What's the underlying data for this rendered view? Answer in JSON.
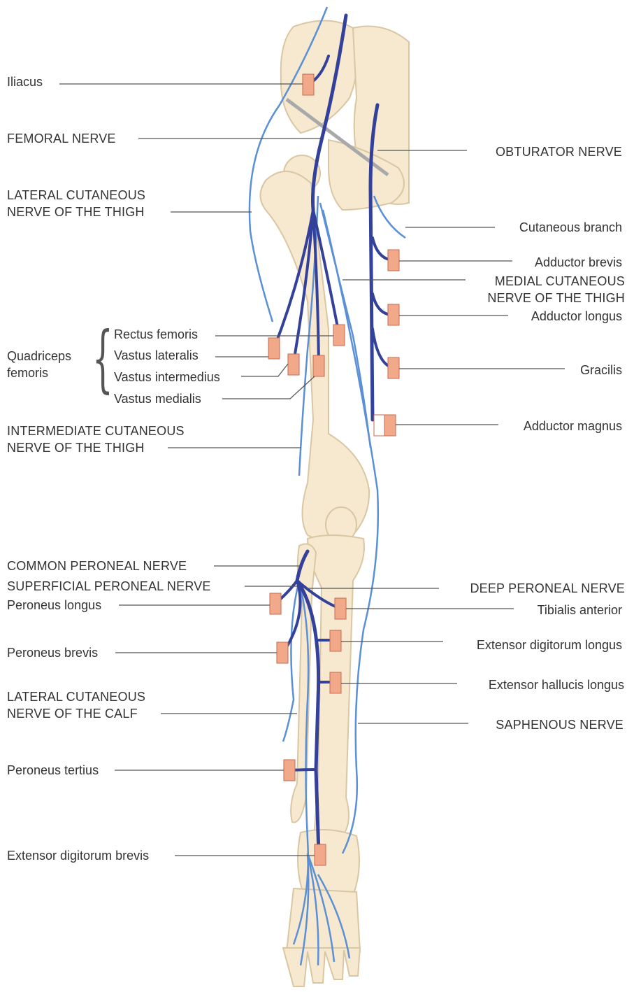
{
  "labels": {
    "iliacus": "Iliacus",
    "femoral_nerve": "FEMORAL NERVE",
    "lat_cut_thigh_1": "LATERAL CUTANEOUS",
    "lat_cut_thigh_2": "NERVE OF THE THIGH",
    "rectus_femoris": "Rectus femoris",
    "vastus_lateralis": "Vastus lateralis",
    "vastus_intermedius": "Vastus intermedius",
    "vastus_medialis": "Vastus medialis",
    "quadriceps_1": "Quadriceps",
    "quadriceps_2": "femoris",
    "int_cut_thigh_1": "INTERMEDIATE CUTANEOUS",
    "int_cut_thigh_2": "NERVE OF THE THIGH",
    "common_peroneal": "COMMON PERONEAL NERVE",
    "superficial_peroneal": "SUPERFICIAL PERONEAL NERVE",
    "peroneus_longus": "Peroneus longus",
    "peroneus_brevis": "Peroneus brevis",
    "lat_cut_calf_1": "LATERAL CUTANEOUS",
    "lat_cut_calf_2": "NERVE OF THE CALF",
    "peroneus_tertius": "Peroneus tertius",
    "ext_dig_brevis": "Extensor digitorum brevis",
    "obturator_nerve": "OBTURATOR NERVE",
    "cutaneous_branch": "Cutaneous branch",
    "adductor_brevis": "Adductor brevis",
    "med_cut_thigh_1": "MEDIAL CUTANEOUS",
    "med_cut_thigh_2": "NERVE OF THE THIGH",
    "adductor_longus": "Adductor longus",
    "gracilis": "Gracilis",
    "adductor_magnus": "Adductor magnus",
    "deep_peroneal": "DEEP PERONEAL NERVE",
    "tibialis_anterior": "Tibialis anterior",
    "ext_dig_longus": "Extensor digitorum longus",
    "ext_hal_longus": "Extensor hallucis longus",
    "saphenous": "SAPHENOUS NERVE"
  },
  "colors": {
    "bone": "#f6e9cf",
    "bone_outline": "#d9c7a3",
    "major_nerve": "#33419a",
    "cutaneous_nerve": "#5b8fd6",
    "muscle_marker": "#f2a98a",
    "leader_line": "#555555"
  }
}
